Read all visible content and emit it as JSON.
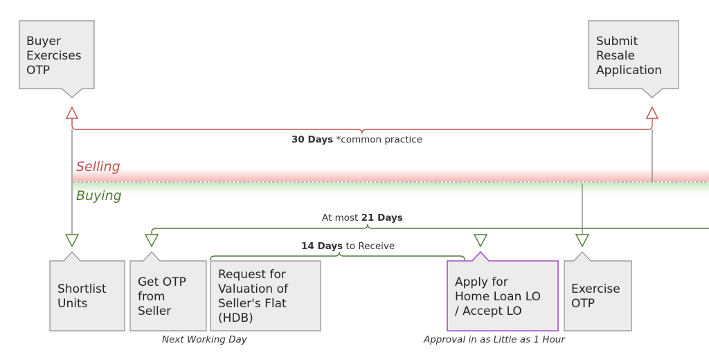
{
  "colors": {
    "selling": "#c0504d",
    "buying": "#4e7a33",
    "box_fill": "#ececec",
    "box_stroke": "#8c8c8c",
    "highlight": "#a64ac9"
  },
  "lanes": {
    "selling": "Selling",
    "buying": "Buying"
  },
  "top_boxes": {
    "buyer_exercises_otp": [
      "Buyer",
      "Exercises",
      "OTP"
    ],
    "submit_resale_application": [
      "Submit",
      "Resale",
      "Application"
    ]
  },
  "selling_span": {
    "bold": "30 Days",
    "rest": " *common practice"
  },
  "buying_spans": {
    "at_most": {
      "prefix": "At most ",
      "bold": "21 Days"
    },
    "fourteen": {
      "bold": "14 Days",
      "rest": " to Receive"
    }
  },
  "bottom_boxes": {
    "shortlist_units": [
      "Shortlist",
      "Units"
    ],
    "get_otp": [
      "Get OTP",
      "from",
      "Seller"
    ],
    "request_valuation": [
      "Request for",
      "Valuation of",
      "Seller's Flat",
      "(HDB)"
    ],
    "apply_home_loan": [
      "Apply for",
      "Home Loan LO",
      "/ Accept LO"
    ],
    "exercise_otp": [
      "Exercise",
      "OTP"
    ]
  },
  "notes": {
    "next_working_day": "Next Working Day",
    "approval": "Approval in as Little as 1 Hour"
  }
}
